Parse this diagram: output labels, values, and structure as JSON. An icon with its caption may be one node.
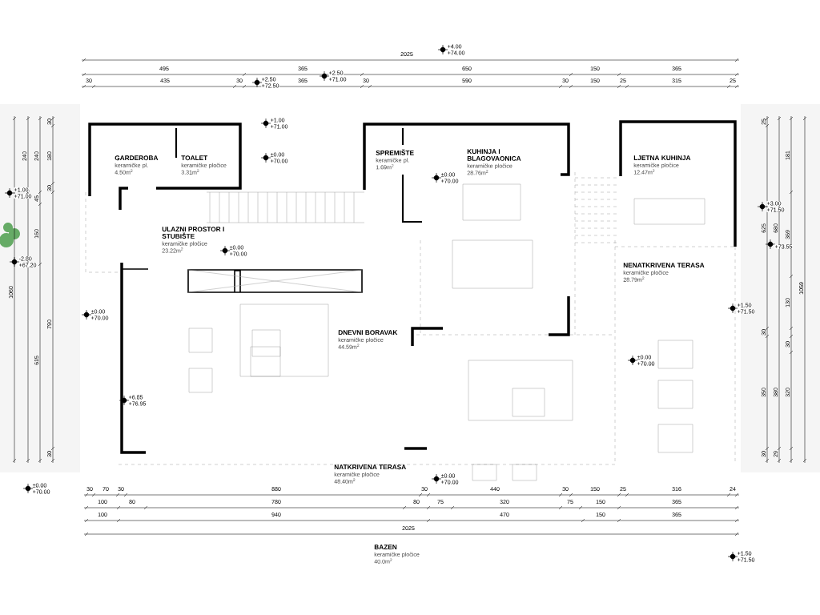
{
  "diagram": {
    "nodes": [
      {
        "text": [
          "GARDEROBA",
          "keramičke pl.",
          "4.50m$^{2}$"
        ]
      },
      {
        "text": [
          "TOALET",
          "keramičke pločice",
          "3.31m$^{2}$"
        ]
      },
      {
        "text": [
          "SPREMIŠTE",
          "keramičke pl.",
          "1.69m$^{2}$"
        ]
      },
      {
        "text": [
          "KUHINJA I BLAGOVAONICA",
          "keramičke pločice",
          "28.76m$^{2}$"
        ]
      },
      {
        "text": [
          "LJETNA KUHINJA",
          "keramičke pločice",
          "12.47m$^{2}$"
        ]
      },
      {
        "text": [
          "ULAZNI PROSTOR I STUBIŠTE",
          "keramičke pločice",
          "23.22m$^{2}$"
        ]
      },
      {
        "text": [
          "NENATKRIVENA TERASA",
          "keramičke pločice",
          "28.79m$^{2}$"
        ]
      },
      {
        "text": [
          "DNEVNI BORAVAK",
          "keramičke pločice",
          "44.59m$^{2}$"
        ]
      },
      {
        "text": [
          "NATKRIVENA TERASA",
          "keramičke pločice",
          "48.40m$^{2}$"
        ]
      },
      {
        "text": [
          "BAZEN",
          "keramičke pločice",
          "40.0m$^{2}$"
        ]
      }
    ],
    "labels": [
      "2025",
      "+4.00",
      "+74.00",
      "495",
      "365",
      "+2.50",
      "+71.00",
      "650",
      "150",
      "365",
      "30",
      "435",
      "30",
      "+2.50",
      "+72.50",
      "365",
      "30",
      "590",
      "30",
      "150",
      "25",
      "315",
      "25",
      "240",
      "240",
      "180",
      "30",
      "+1.00",
      "+71.00",
      "30",
      "45",
      "160",
      "-2.80",
      "+67.20",
      "1060",
      "790",
      "615",
      "30",
      "+1.00",
      "+71.00",
      "±0.00",
      "+70.00",
      "±0.00",
      "+70.00",
      "±0.00",
      "+70.00",
      "+6.85",
      "+76.95",
      "±0.00",
      "+70.00",
      "25",
      "181",
      "+3.00",
      "+71.50",
      "625",
      "680",
      "369",
      "+73.55",
      "1059",
      "+1.50",
      "+71.50",
      "130",
      "30",
      "30",
      "±0.00",
      "+70.00",
      "350",
      "380",
      "320",
      "30",
      "29",
      "±0.00",
      "+70.00",
      "±0.00",
      "+70.00",
      "30",
      "70",
      "30",
      "880",
      "30",
      "440",
      "30",
      "150",
      "25",
      "316",
      "24",
      "100",
      "80",
      "780",
      "80",
      "75",
      "320",
      "75",
      "150",
      "365",
      "100",
      "940",
      "470",
      "150",
      "365",
      "2025",
      "+1.50",
      "+71.50"
    ]
  }
}
